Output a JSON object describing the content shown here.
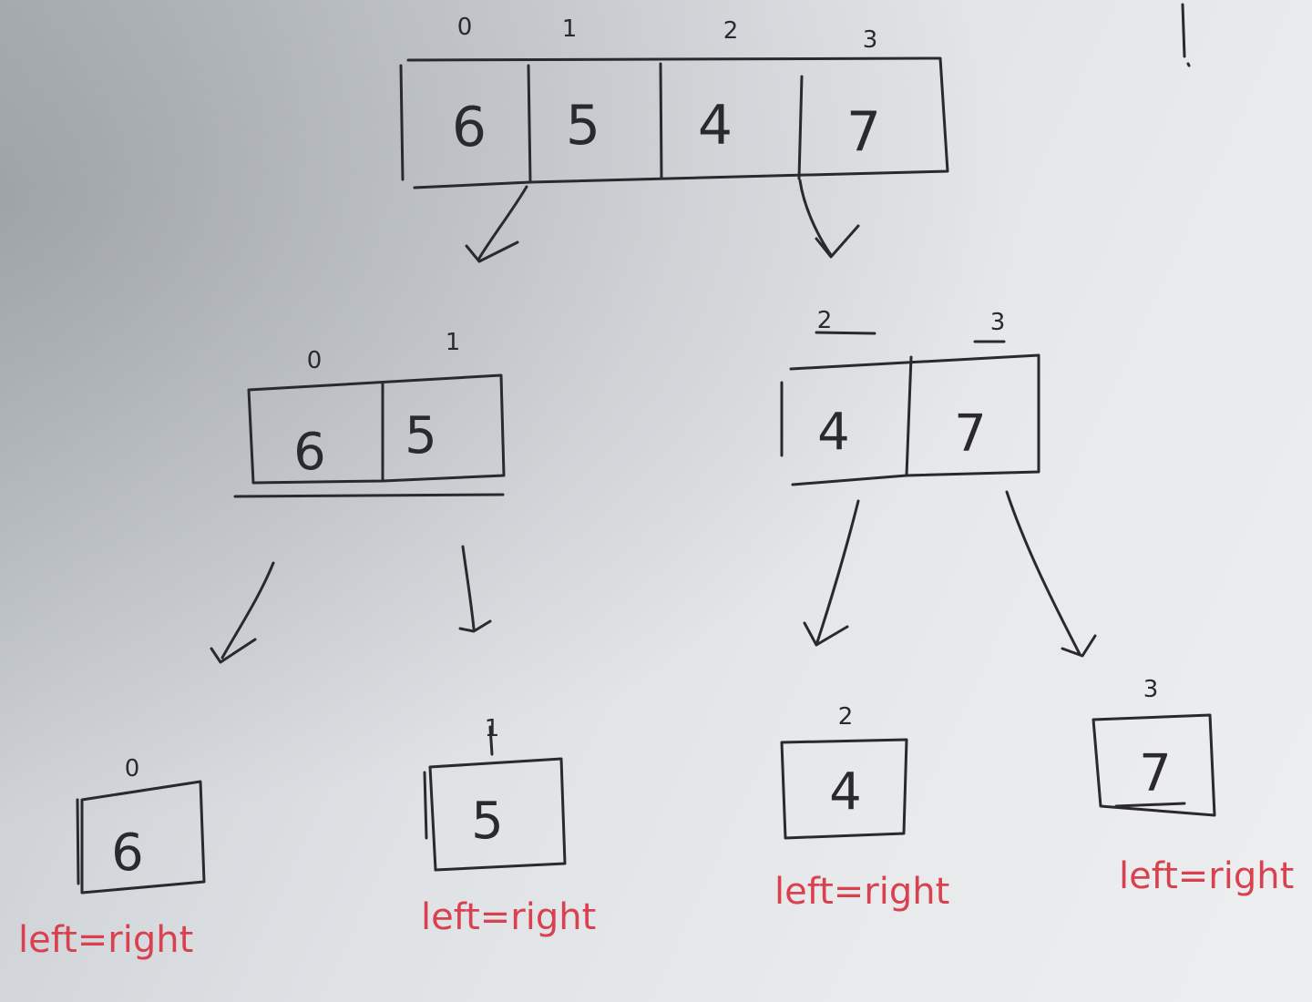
{
  "levels": {
    "root": {
      "indices": [
        "0",
        "1",
        "2",
        "3"
      ],
      "values": [
        "6",
        "5",
        "4",
        "7"
      ]
    },
    "left_split": {
      "indices": [
        "0",
        "1"
      ],
      "values": [
        "6",
        "5"
      ]
    },
    "right_split": {
      "indices": [
        "2",
        "3"
      ],
      "values": [
        "4",
        "7"
      ]
    },
    "leaves": [
      {
        "index": "0",
        "value": "6",
        "note": "left=right"
      },
      {
        "index": "1",
        "value": "5",
        "note": "left=right"
      },
      {
        "index": "2",
        "value": "4",
        "note": "left=right"
      },
      {
        "index": "3",
        "value": "7",
        "note": "left=right"
      }
    ]
  },
  "colors": {
    "ink": "#2a2a2e",
    "note": "#d9414f",
    "paper": "#e6e8ea"
  }
}
